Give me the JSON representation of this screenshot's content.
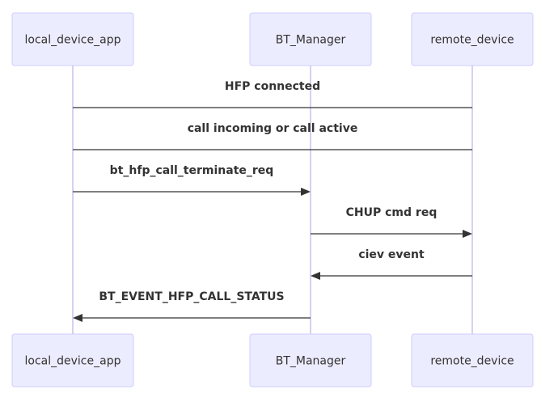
{
  "participants": [
    {
      "id": "local",
      "label": "local_device_app"
    },
    {
      "id": "bt",
      "label": "BT_Manager"
    },
    {
      "id": "remote",
      "label": "remote_device"
    }
  ],
  "messages": [
    {
      "label": "HFP connected",
      "from": "local",
      "to": "remote",
      "arrowhead": false
    },
    {
      "label": "call incoming or call active",
      "from": "local",
      "to": "remote",
      "arrowhead": false
    },
    {
      "label": "bt_hfp_call_terminate_req",
      "from": "local",
      "to": "bt",
      "arrowhead": true
    },
    {
      "label": "CHUP cmd req",
      "from": "bt",
      "to": "remote",
      "arrowhead": true
    },
    {
      "label": "ciev event",
      "from": "remote",
      "to": "bt",
      "arrowhead": true
    },
    {
      "label": "BT_EVENT_HFP_CALL_STATUS",
      "from": "bt",
      "to": "local",
      "arrowhead": true
    }
  ],
  "colors": {
    "actor_fill": "#ECECFF",
    "actor_stroke": "#CDCDFF",
    "lifeline": "#D8D0F2",
    "message": "#333333"
  }
}
